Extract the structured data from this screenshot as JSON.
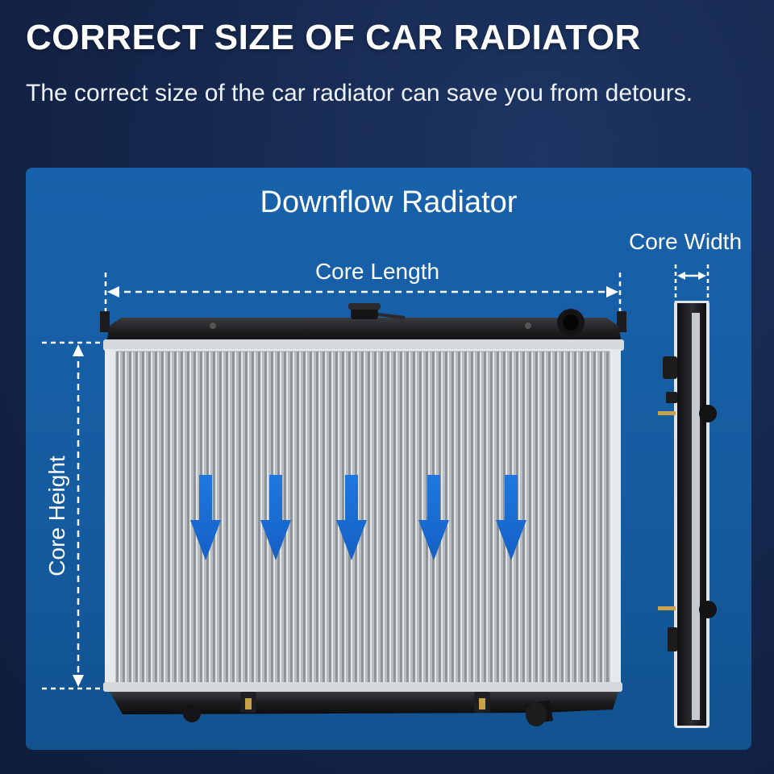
{
  "header": {
    "title": "CORRECT SIZE OF CAR RADIATOR",
    "subtitle": "The correct size of the car radiator can save you from detours."
  },
  "panel": {
    "title": "Downflow Radiator",
    "labels": {
      "core_length": "Core Length",
      "core_width": "Core Width",
      "core_height": "Core Height"
    },
    "flow_arrow_count": 5
  },
  "colors": {
    "background": "#14254a",
    "panel": "#1862ab",
    "arrow": "#1a6fd9",
    "tank": "#1c1c1e"
  }
}
